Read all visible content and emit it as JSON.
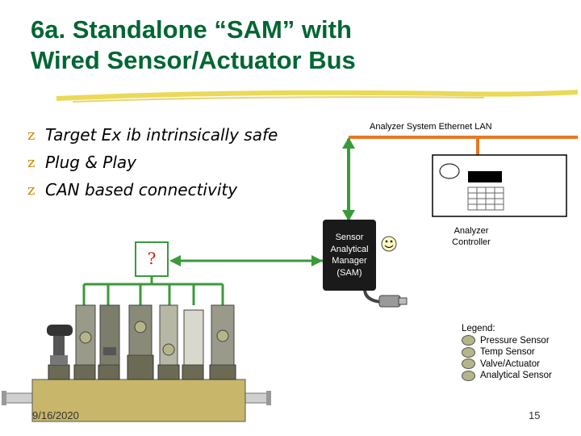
{
  "title": {
    "line1": "6a. Standalone “SAM” with",
    "line2": "Wired Sensor/Actuator Bus"
  },
  "bullets": [
    "Target Ex ib intrinsically safe",
    "Plug & Play",
    "CAN based connectivity"
  ],
  "bullet_mark": "z",
  "network": {
    "lan_label": "Analyzer System  Ethernet LAN",
    "controller_label_line1": "Analyzer",
    "controller_label_line2": "Controller"
  },
  "sam": {
    "line1": "Sensor",
    "line2": "Analytical",
    "line3": "Manager",
    "line4": "(SAM)"
  },
  "question_mark": "?",
  "legend": {
    "heading": "Legend:",
    "items": [
      "Pressure Sensor",
      "Temp Sensor",
      "Valve/Actuator",
      "Analytical Sensor"
    ]
  },
  "footer": {
    "date": "9/16/2020",
    "page_number": "15"
  },
  "icons": {
    "smiley": "smiley-icon",
    "connector": "connector-plug-icon"
  },
  "colors": {
    "title": "#006633",
    "bus_green": "#3a9a3a",
    "lan_orange": "#e87722",
    "underline_gold": "#e8d23a"
  }
}
